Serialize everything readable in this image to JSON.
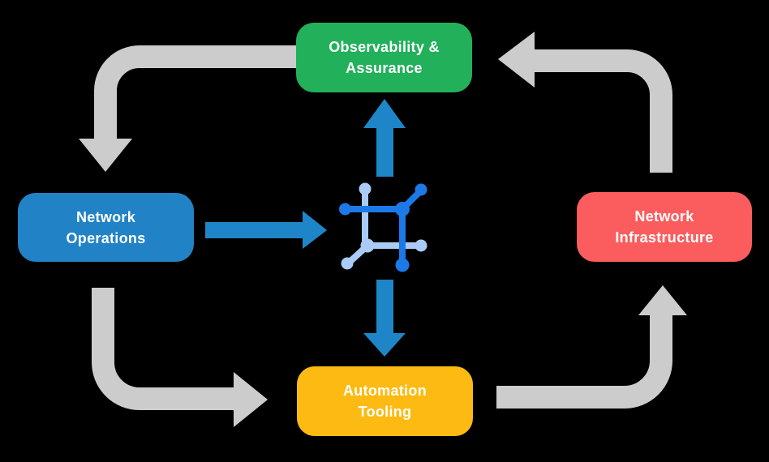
{
  "theme": {
    "background": "#000000",
    "text": "#FFFFFF",
    "arrow_gray": "#CCCCCC",
    "arrow_blue": "#1E86C8",
    "icon_dark_blue": "#1C79E8",
    "icon_light_blue": "#A9CBF5"
  },
  "diagram": {
    "nodes": [
      {
        "id": "observability-assurance",
        "label": "Observability &\nAssurance",
        "color": "#22B05B"
      },
      {
        "id": "network-operations",
        "label": "Network\nOperations",
        "color": "#2183C5"
      },
      {
        "id": "network-infrastructure",
        "label": "Network\nInfrastructure",
        "color": "#FB5D5E"
      },
      {
        "id": "automation-tooling",
        "label": "Automation\nTooling",
        "color": "#FDBA12"
      }
    ],
    "center_icon": "network-automation-platform-icon",
    "flows": [
      {
        "from": "observability-assurance",
        "to": "network-operations",
        "style": "gray-cycle"
      },
      {
        "from": "network-operations",
        "to": "automation-tooling",
        "style": "gray-cycle"
      },
      {
        "from": "automation-tooling",
        "to": "network-infrastructure",
        "style": "gray-cycle"
      },
      {
        "from": "network-infrastructure",
        "to": "observability-assurance",
        "style": "gray-cycle"
      },
      {
        "from": "network-operations",
        "to": "platform-icon",
        "style": "blue"
      },
      {
        "from": "platform-icon",
        "to": "observability-assurance",
        "style": "blue"
      },
      {
        "from": "platform-icon",
        "to": "automation-tooling",
        "style": "blue"
      }
    ]
  }
}
